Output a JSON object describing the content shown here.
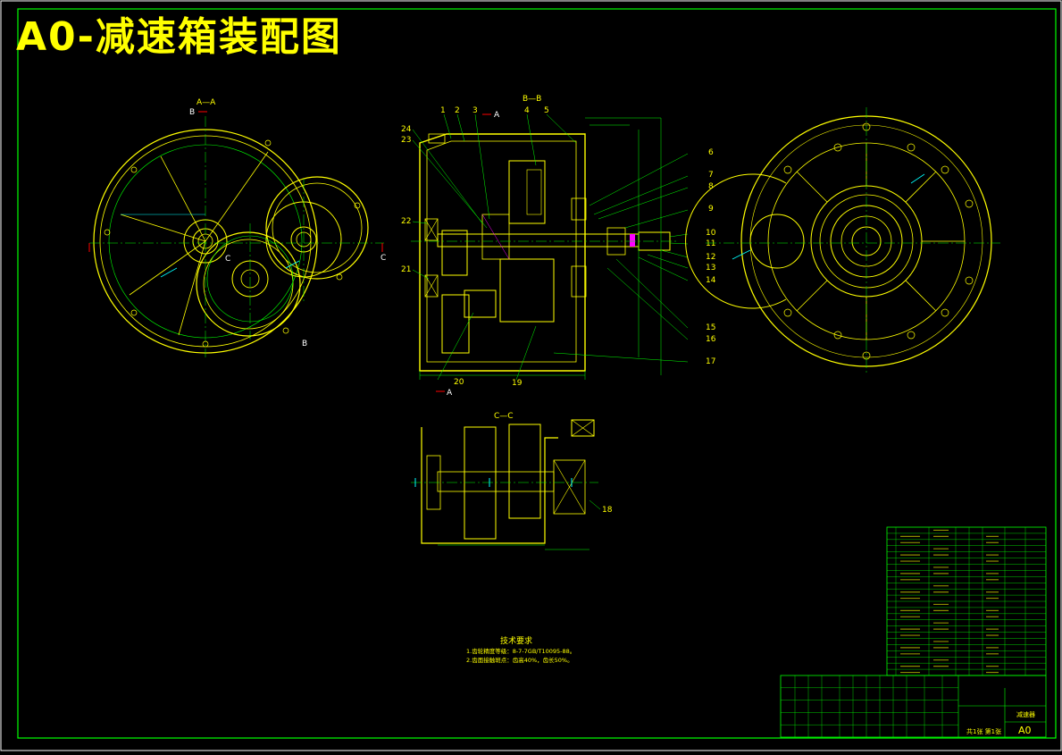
{
  "drawing": {
    "title": "A0-减速箱装配图",
    "sheet_size_label": "A0"
  },
  "views": {
    "aa": {
      "label": "A—A",
      "b_mark": "B",
      "c_left": "C",
      "c_right": "C",
      "b_lower": "B"
    },
    "bb": {
      "label": "B—B",
      "a_top": "A",
      "a_bottom": "A"
    },
    "cc": {
      "label": "C—C"
    }
  },
  "part_numbers": {
    "top": [
      "1",
      "2",
      "3",
      "4",
      "5"
    ],
    "right": [
      "6",
      "7",
      "8",
      "9",
      "10",
      "11",
      "12",
      "13",
      "14",
      "15",
      "16",
      "17"
    ],
    "left": [
      "24",
      "23",
      "22",
      "21"
    ],
    "bottom": [
      "20",
      "19"
    ],
    "cc_callout": "18"
  },
  "technical_requirements": {
    "heading": "技术要求",
    "lines": [
      "1.齿轮精度等级：8-7-7GB/T10095-88。",
      "2.齿面接触斑点：齿高40%，齿长50%。"
    ]
  },
  "title_block": {
    "name": "减速器",
    "sheet": "A0",
    "scale_note": "共1张 第1张"
  }
}
